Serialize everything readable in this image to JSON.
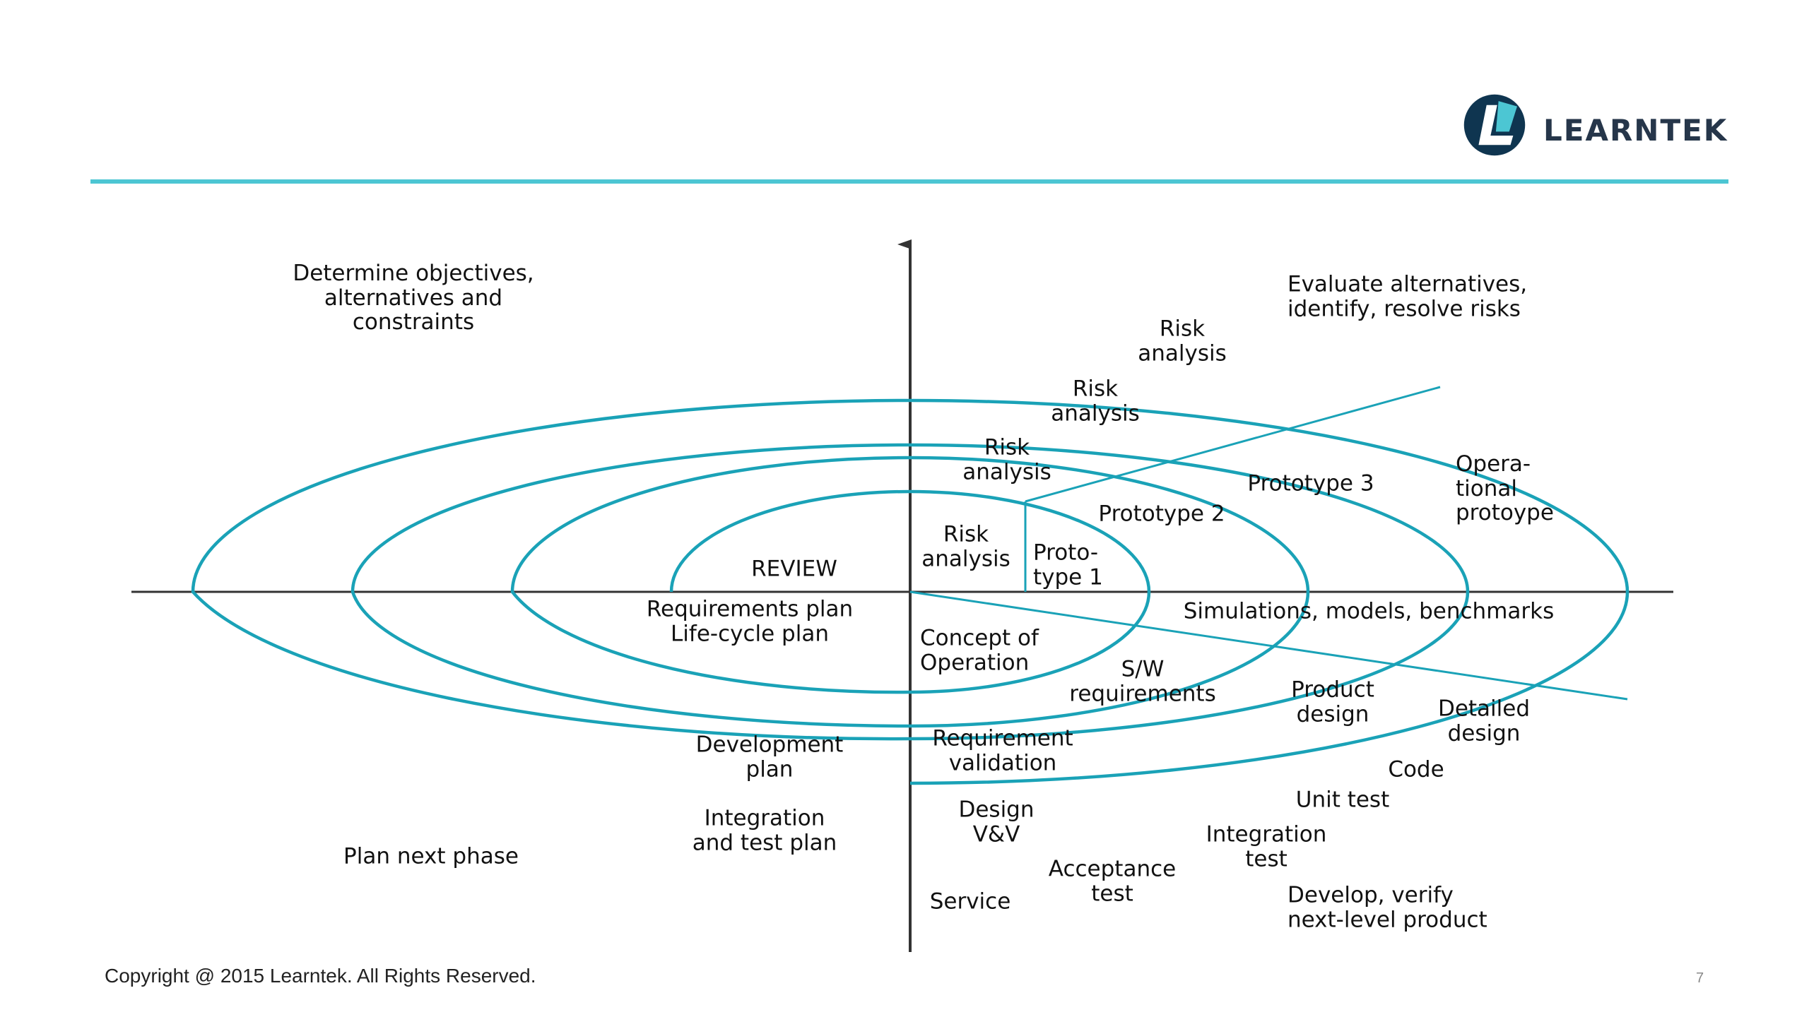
{
  "brand": {
    "name": "LEARNTEK",
    "primary_color": "#0f3550",
    "accent_color": "#4cc6d3"
  },
  "diagram": {
    "line_color": "#1aa2b7",
    "axis_color": "#333333",
    "quadrants": {
      "top_left": "Determine objectives,\nalternatives and\nconstraints",
      "top_right": "Evaluate alternatives,\nidentify, resolve risks",
      "bottom_left": "Plan next phase",
      "bottom_right": "Develop, verify\nnext-level product"
    },
    "review": "REVIEW",
    "risk_analysis": [
      "Risk\nanalysis",
      "Risk\nanalysis",
      "Risk\nanalysis",
      "Risk\nanalysis"
    ],
    "prototypes": [
      "Proto-\ntype 1",
      "Prototype 2",
      "Prototype 3",
      "Opera-\ntional\nprotoype"
    ],
    "simulations": "Simulations, models, benchmarks",
    "plans": [
      "Requirements plan\nLife-cycle plan",
      "Development\nplan",
      "Integration\nand test plan"
    ],
    "development_steps": [
      "Concept of\nOperation",
      "S/W\nrequirements",
      "Requirement\nvalidation",
      "Product\ndesign",
      "Design\nV&V",
      "Detailed\ndesign",
      "Code",
      "Unit test",
      "Integration\ntest",
      "Acceptance\ntest",
      "Service"
    ]
  },
  "footer": {
    "copyright": "Copyright @ 2015 Learntek. All Rights Reserved.",
    "page_number": "7"
  }
}
